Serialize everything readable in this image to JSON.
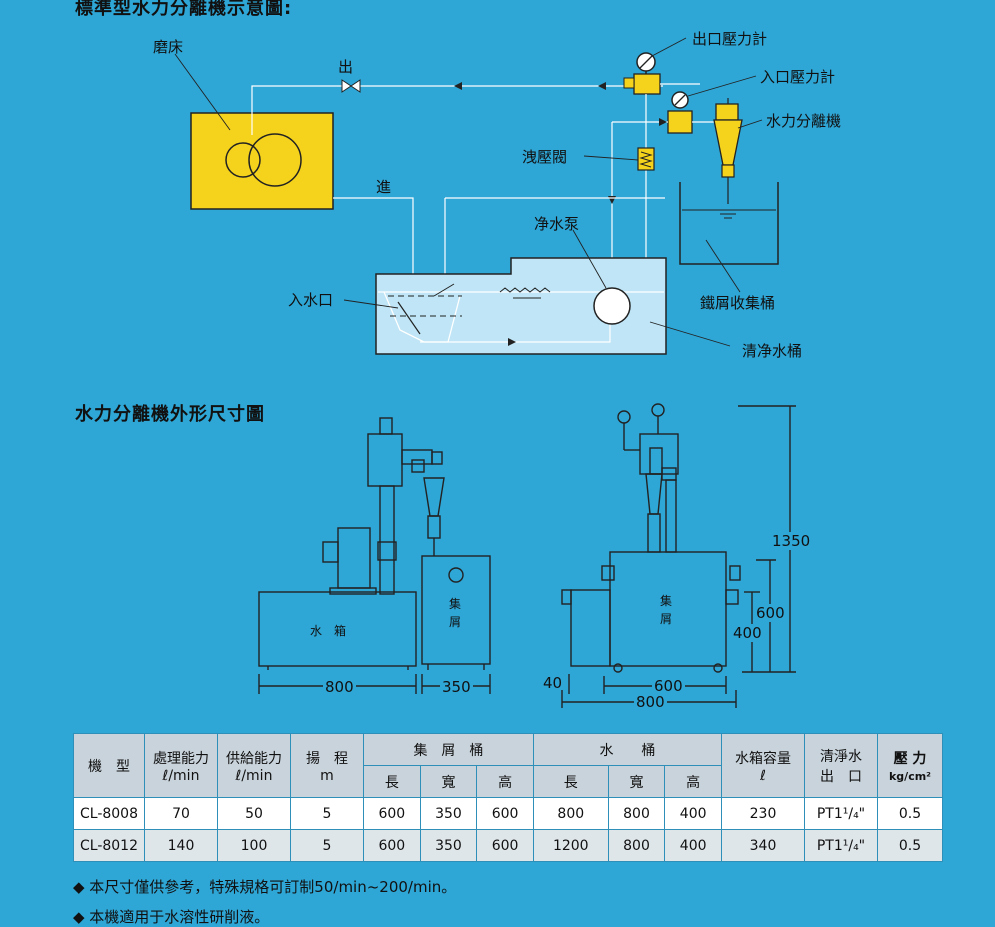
{
  "schematic": {
    "title": "標準型水力分離機示意圖:",
    "labels": {
      "grinder": "磨床",
      "outlet": "出",
      "outlet_gauge": "出口壓力計",
      "inlet_gauge": "入口壓力計",
      "separator": "水力分離機",
      "relief_valve": "洩壓閥",
      "inflow": "進",
      "pump": "净水泵",
      "water_inlet": "入水口",
      "chip_bucket": "鐵屑收集桶",
      "clean_tank": "清净水桶"
    }
  },
  "dimensions": {
    "title": "水力分離機外形尺寸圖",
    "tank_label": "水　箱",
    "chip_label_1": "集",
    "chip_label_2": "屑",
    "dims": {
      "d800a": "800",
      "d350": "350",
      "d1350": "1350",
      "d600": "600",
      "d400": "400",
      "d600b": "600",
      "d800b": "800",
      "d40": "40"
    }
  },
  "table": {
    "headers": {
      "model": "機　型",
      "capacity": "處理能力",
      "capacity_unit": "ℓ/min",
      "supply": "供給能力",
      "supply_unit": "ℓ/min",
      "lift": "揚　程",
      "lift_unit": "m",
      "chip_bucket": "集　屑　桶",
      "water_bucket": "水　　桶",
      "tank_volume": "水箱容量",
      "tank_volume_unit": "ℓ",
      "clean_outlet_1": "清淨水",
      "clean_outlet_2": "出　口",
      "pressure": "壓 力",
      "pressure_unit": "kg/cm²",
      "length": "長",
      "width": "寬",
      "height": "高"
    },
    "rows": [
      {
        "model": "CL-8008",
        "capacity": "70",
        "supply": "50",
        "lift": "5",
        "cl": "600",
        "cw": "350",
        "ch": "600",
        "wl": "800",
        "ww": "800",
        "wh": "400",
        "vol": "230",
        "outlet": "PT1¹/₄\"",
        "pressure": "0.5"
      },
      {
        "model": "CL-8012",
        "capacity": "140",
        "supply": "100",
        "lift": "5",
        "cl": "600",
        "cw": "350",
        "ch": "600",
        "wl": "1200",
        "ww": "800",
        "wh": "400",
        "vol": "340",
        "outlet": "PT1¹/₄\"",
        "pressure": "0.5"
      }
    ]
  },
  "notes": [
    "◆ 本尺寸僅供參考，特殊規格可訂制50/min~200/min。",
    "◆ 本機適用于水溶性研削液。"
  ],
  "colors": {
    "background": "#2ea6d6",
    "grinder_fill": "#f5d31c",
    "tank_fill": "#bfe5f6"
  }
}
